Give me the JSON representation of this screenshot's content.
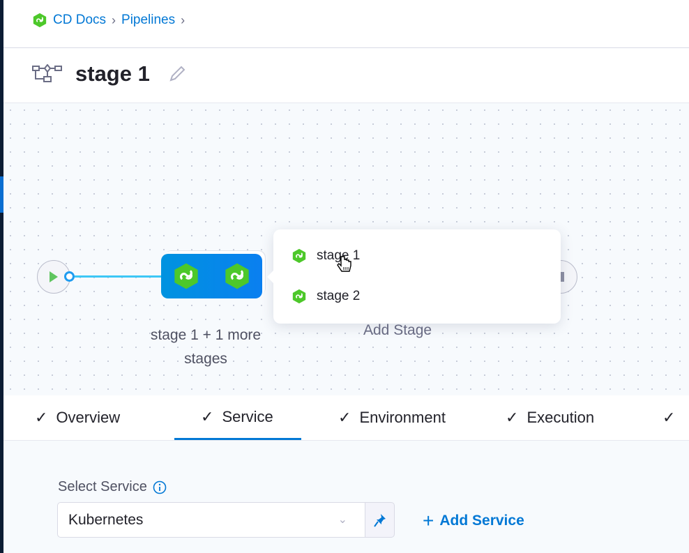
{
  "breadcrumb": {
    "items": [
      "CD Docs",
      "Pipelines"
    ]
  },
  "header": {
    "title": "stage 1"
  },
  "canvas": {
    "group_label": "stage 1 + 1 more stages",
    "add_stage_label": "Add Stage",
    "popup_items": [
      "stage 1",
      "stage 2"
    ]
  },
  "tabs": [
    {
      "label": "Overview",
      "active": false
    },
    {
      "label": "Service",
      "active": true
    },
    {
      "label": "Environment",
      "active": false
    },
    {
      "label": "Execution",
      "active": false
    }
  ],
  "service": {
    "label": "Select Service",
    "value": "Kubernetes",
    "add_label": "Add Service"
  },
  "colors": {
    "accent": "#0278d5",
    "stage_green": "#4dc82a",
    "group_blue": "#0a85eb"
  }
}
